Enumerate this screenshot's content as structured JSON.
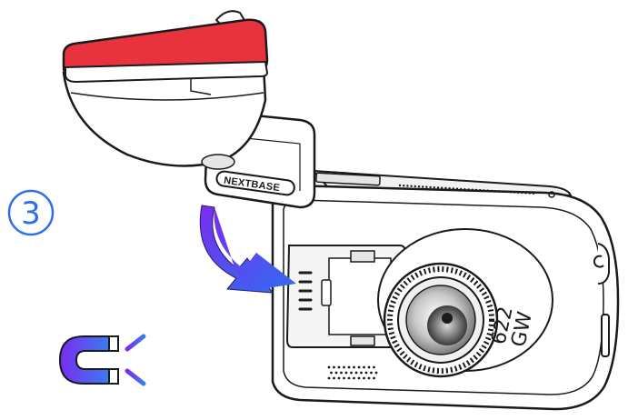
{
  "step": {
    "number": "3"
  },
  "mount": {
    "brand_label": "NEXTBASE"
  },
  "camera": {
    "model_line1": "622",
    "model_line2": "GW"
  },
  "colors": {
    "adhesive_pad": "#e8333f",
    "arrow_start": "#7b2cf0",
    "arrow_end": "#2f6df0",
    "magnet_start": "#7b2cf0",
    "magnet_end": "#3a7bf0",
    "outline": "#1a1a1a"
  },
  "icons": {
    "step_indicator": "circled-number-icon",
    "motion_arrow": "curved-arrow-icon",
    "magnet": "magnet-icon",
    "attraction_lines": "magnetic-field-lines-icon"
  }
}
